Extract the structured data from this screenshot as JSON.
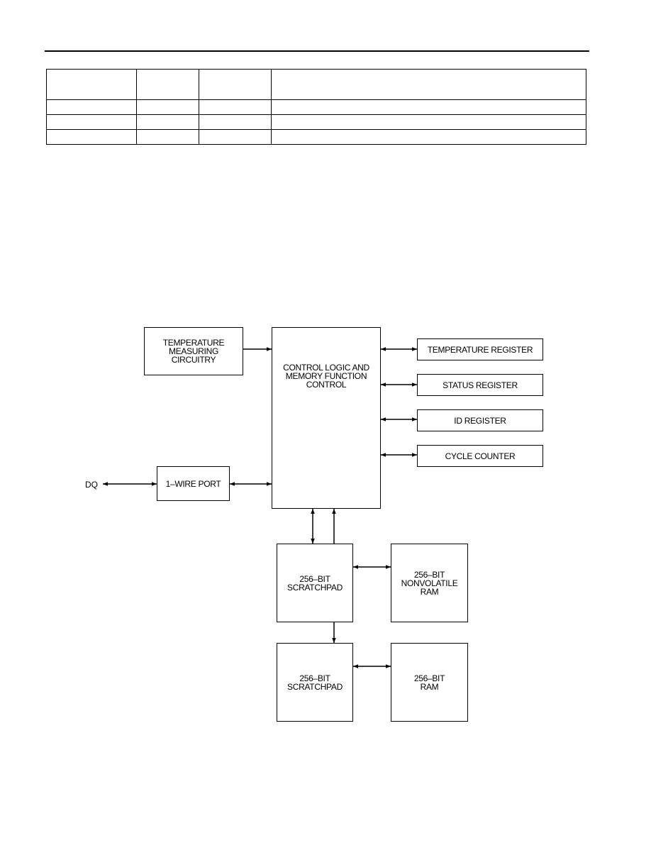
{
  "diagram": {
    "blocks": {
      "temp_measuring": "TEMPERATURE\nMEASURING\nCIRCUITRY",
      "control_logic": "CONTROL LOGIC AND\nMEMORY FUNCTION\nCONTROL",
      "temp_register": "TEMPERATURE REGISTER",
      "status_register": "STATUS REGISTER",
      "id_register": "ID REGISTER",
      "cycle_counter": "CYCLE COUNTER",
      "one_wire_port": "1–WIRE PORT",
      "scratchpad_1": "256–BIT\nSCRATCHPAD",
      "nv_ram": "256–BIT\nNONVOLATILE\nRAM",
      "scratchpad_2": "256–BIT\nSCRATCHPAD",
      "ram": "256–BIT\nRAM"
    },
    "dq_label": "DQ"
  }
}
